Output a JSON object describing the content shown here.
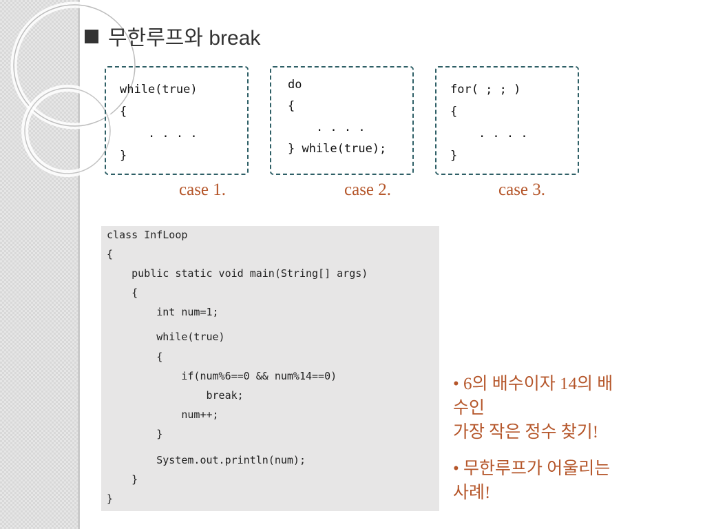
{
  "slide": {
    "title": "무한루프와 break",
    "cases": [
      {
        "label": "case 1.",
        "code": [
          "while(true)",
          "{",
          "    . . . .",
          "}"
        ]
      },
      {
        "label": "case 2.",
        "code": [
          "do",
          "{",
          "    . . . .",
          "} while(true);"
        ]
      },
      {
        "label": "case 3.",
        "code": [
          "for( ; ; )",
          "{",
          "    . . . .",
          "}"
        ]
      }
    ],
    "listing": [
      "class InfLoop",
      "{",
      "    public static void main(String[] args)",
      "    {",
      "        int num=1;",
      "        while(true)",
      "        {",
      "            if(num%6==0 && num%14==0)",
      "                break;",
      "            num++;",
      "        }",
      "        System.out.println(num);",
      "    }",
      "}"
    ],
    "notes": [
      {
        "lines": [
          "• 6의 배수이자 14의 배",
          "수인",
          "가장 작은 정수 찾기!"
        ]
      },
      {
        "lines": [
          "• 무한루프가 어울리는",
          "사례!"
        ]
      }
    ]
  },
  "colors": {
    "accent": "#b5562a",
    "box_border": "#2e5f66",
    "code_bg": "#e7e6e6",
    "title": "#333333"
  }
}
